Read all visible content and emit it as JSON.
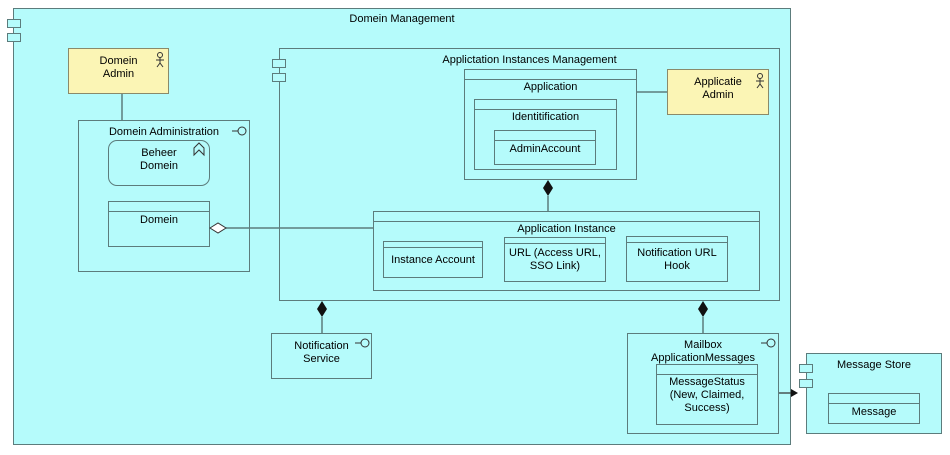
{
  "diagram": {
    "domain_management": "Domein Management",
    "domein_admin": "Domein\nAdmin",
    "domein_administration": "Domein Administration",
    "beheer_domein": "Beheer\nDomein",
    "domein": "Domein",
    "app_instances_mgmt": "Applictation Instances Management",
    "application": "Application",
    "identitification": "Identitification",
    "admin_account": "AdminAccount",
    "applicatie_admin": "Applicatie\nAdmin",
    "application_instance": "Application Instance",
    "instance_account": "Instance Account",
    "url": "URL (Access URL,\nSSO Link)",
    "notification_url": "Notification URL\nHook",
    "notification_service": "Notification\nService",
    "mailbox": "Mailbox\nApplicationMessages",
    "message_status": "MessageStatus\n(New, Claimed,\nSuccess)",
    "message_store": "Message Store",
    "message": "Message"
  },
  "colors": {
    "component": "#b5fbfb",
    "actor": "#fbf5b5",
    "border": "#5c7c7c"
  },
  "icons": [
    "component-icon",
    "actor-icon",
    "interface-icon",
    "function-icon",
    "diamond-icon",
    "arrow-icon"
  ]
}
